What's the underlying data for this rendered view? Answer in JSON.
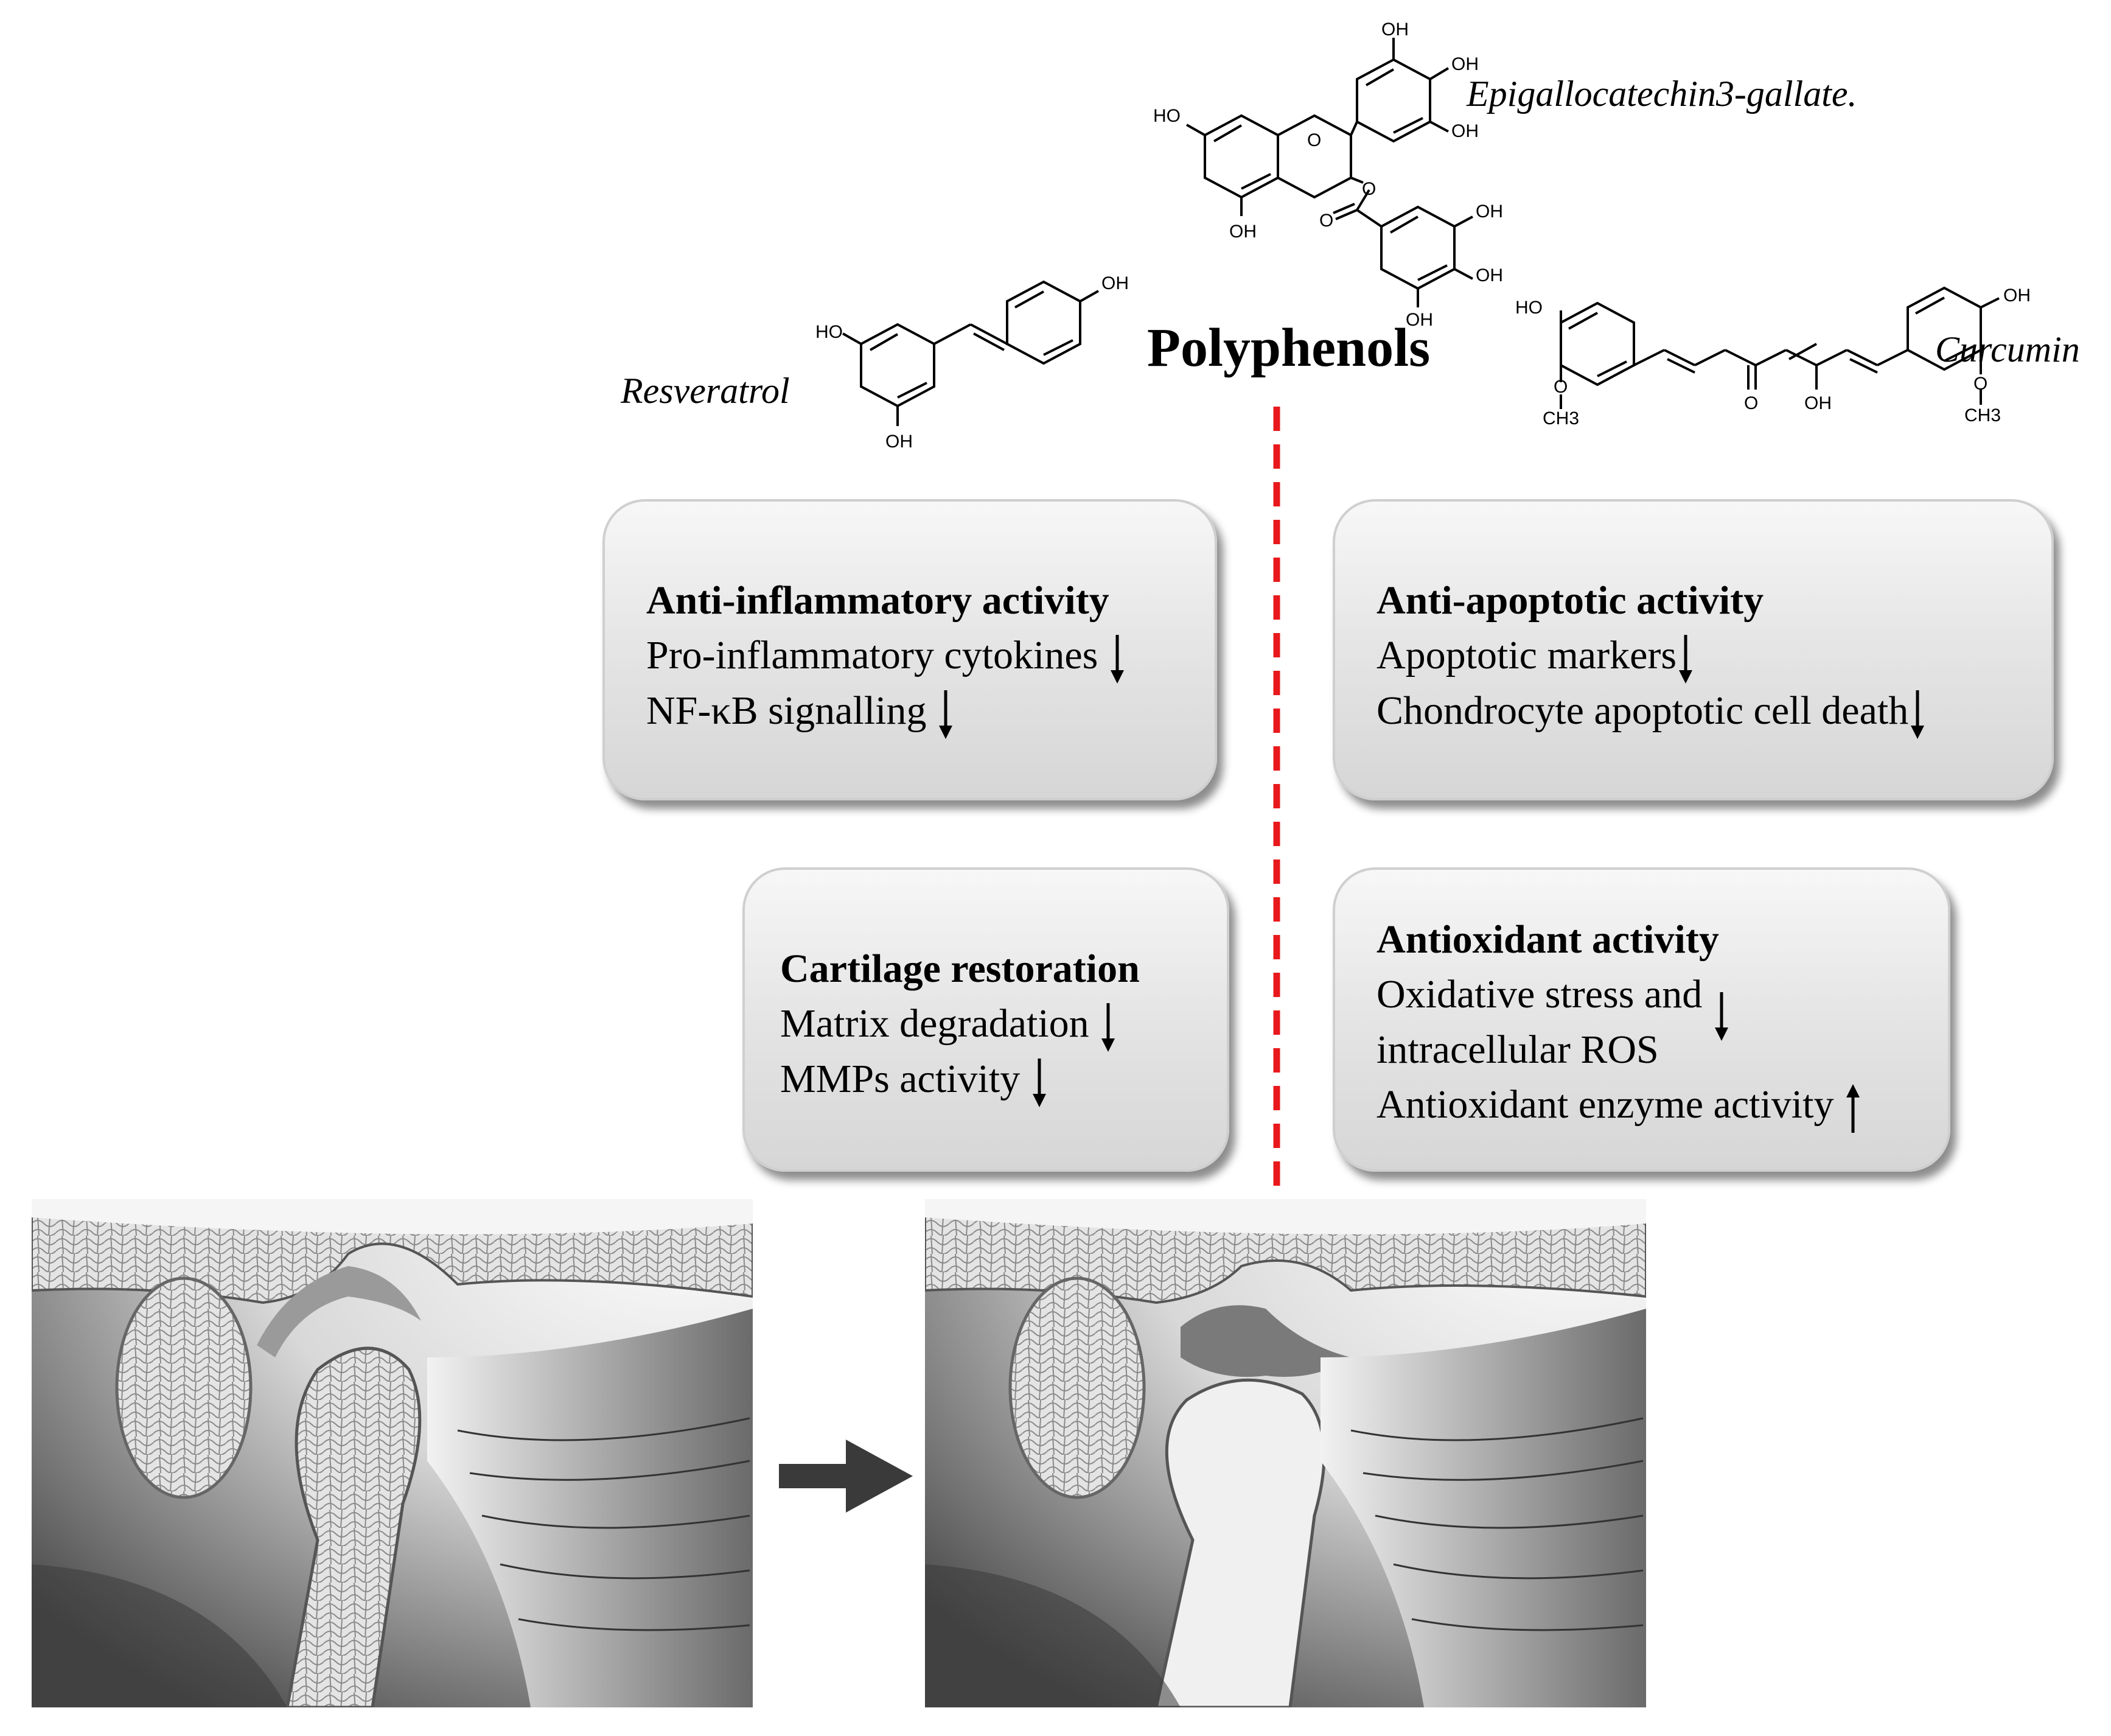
{
  "header": {
    "title": "Polyphenols"
  },
  "compounds": [
    {
      "id": "egcg",
      "name": "Epigallocatechin3-gallate."
    },
    {
      "id": "resveratrol",
      "name": "Resveratrol"
    },
    {
      "id": "curcumin",
      "name": "Curcumin"
    }
  ],
  "chem_labels": {
    "oh": "OH",
    "ho": "HO",
    "o": "O",
    "ch3": "CH3"
  },
  "boxes": [
    {
      "id": "anti-inflammatory",
      "title": "Anti-inflammatory activity",
      "lines": [
        {
          "text": "Pro-inflammatory  cytokines",
          "arrow": "down"
        },
        {
          "text": "NF-κB signalling",
          "arrow": "down"
        }
      ]
    },
    {
      "id": "anti-apoptotic",
      "title": "Anti-apoptotic activity",
      "lines": [
        {
          "text": "Apoptotic  markers",
          "arrow": "down"
        },
        {
          "text": "Chondrocyte  apoptotic  cell  death",
          "arrow": "down"
        }
      ]
    },
    {
      "id": "cartilage",
      "title": "Cartilage restoration",
      "lines": [
        {
          "text": "Matrix  degradation",
          "arrow": "down"
        },
        {
          "text": "MMPs activity",
          "arrow": "down"
        }
      ]
    },
    {
      "id": "antioxidant",
      "title": "Antioxidant activity",
      "lines": [
        {
          "text": "Oxidative  stress  and",
          "arrow": "down"
        },
        {
          "text": "intracellular  ROS",
          "arrow": ""
        },
        {
          "text": "Antioxidant  enzyme  activity",
          "arrow": "up"
        }
      ]
    }
  ],
  "colors": {
    "inhibition_line": "#e8191c",
    "transition_arrow": "#3a3a3a",
    "box_border": "#cfcfcf"
  },
  "icons": {
    "transition": "right-arrow-icon",
    "inhibition": "t-bar-inhibition-icon",
    "decrease": "down-arrow-icon",
    "increase": "up-arrow-icon"
  }
}
